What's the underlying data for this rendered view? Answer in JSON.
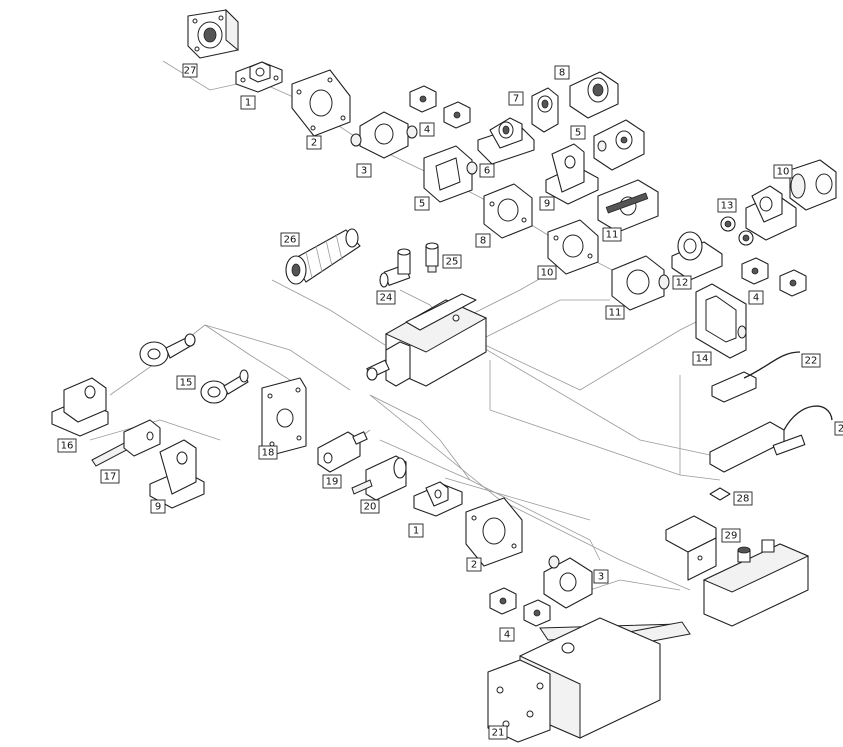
{
  "labels": {
    "l27": "27",
    "l1_top": "1",
    "l2_top": "2",
    "l3_top": "3",
    "l4_top": "4",
    "l5_mid": "5",
    "l6": "6",
    "l7": "7",
    "l8_top": "8",
    "l5_right": "5",
    "l9_right": "9",
    "l8_mid": "8",
    "l10_mid": "10",
    "l11_a": "11",
    "l11_b": "11",
    "l10_right": "10",
    "l13": "13",
    "l12": "12",
    "l4_right": "4",
    "l26": "26",
    "l25": "25",
    "l24": "24",
    "l14": "14",
    "l22": "22",
    "l23": "2",
    "l15": "15",
    "l16": "16",
    "l17": "17",
    "l9_left": "9",
    "l18": "18",
    "l19": "19",
    "l20": "20",
    "l1_bottom": "1",
    "l2_bottom": "2",
    "l3_bottom": "3",
    "l4_bottom": "4",
    "l28": "28",
    "l29": "29",
    "l21": "21"
  }
}
